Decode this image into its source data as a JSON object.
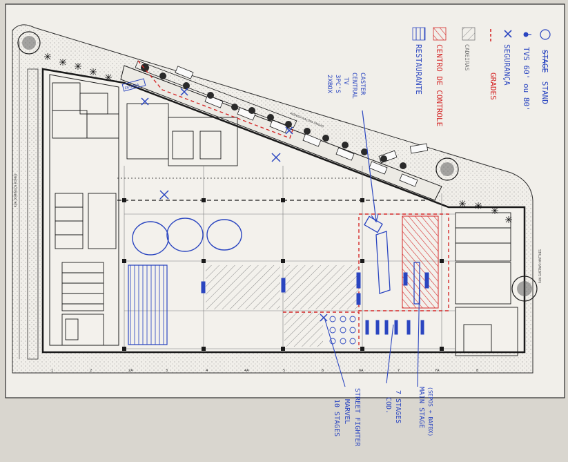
{
  "legend": {
    "items": [
      {
        "symbol": "circle",
        "label": "STAND",
        "struck_prefix": "STAGE",
        "color": "#3a5ccc"
      },
      {
        "symbol": "tv-dot",
        "label": "TVS 60' ou 80'",
        "color": "#3a5ccc"
      },
      {
        "symbol": "security-star",
        "label": "SEGURANÇA",
        "color": "#3a5ccc"
      },
      {
        "symbol": "dashed-red",
        "label": "GRADES",
        "color": "#d93030"
      },
      {
        "symbol": "hatch-gray",
        "label": "CADEIRAS",
        "color": "#8a8a8a"
      },
      {
        "symbol": "hatch-red",
        "label": "CENTRO DE CONTROLE",
        "color": "#d93030"
      },
      {
        "symbol": "hatch-blue",
        "label": "RESTAURANTE",
        "color": "#3a5ccc"
      }
    ]
  },
  "annotations": {
    "caster": [
      "CASTER",
      "CENTRAL",
      "TV",
      "3PC'S",
      "2XBOX"
    ],
    "entrance_label": "ENTRADA",
    "street_top": "AVENIDA NAÇÕES UNIDAS",
    "street_left": "RUA DOMINGOS ROMEU",
    "street_right": "RUA GUSTAVO MATTHES",
    "street_fighter": [
      "STREET FIGHTER",
      "MARVEL",
      "10 STAGES"
    ],
    "cod": [
      "7 STAGES",
      "COD."
    ],
    "main_stage": [
      "(SEPOS + BAFBX)",
      "MAIN STAGE"
    ]
  },
  "grid": {
    "columns": [
      "1",
      "2",
      "2A",
      "3",
      "4",
      "4A",
      "5",
      "6",
      "6A",
      "7",
      "7A",
      "8"
    ]
  },
  "colors": {
    "paper": "#f1efea",
    "line": "#1a1a1a",
    "ink_blue": "#2a45c0",
    "ink_red": "#d42828",
    "hatch_gray": "#8c8c8c"
  }
}
